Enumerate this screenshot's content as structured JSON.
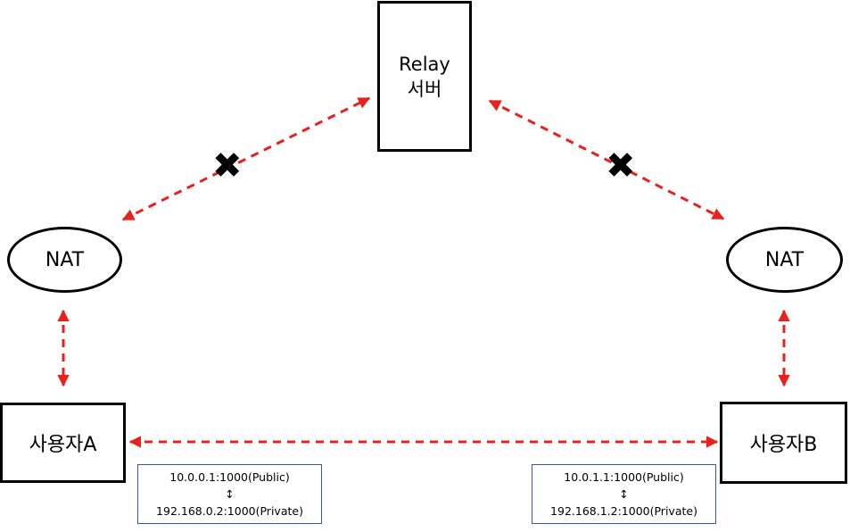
{
  "relay": {
    "line1": "Relay",
    "line2": "서버"
  },
  "nat_left": {
    "label": "NAT"
  },
  "nat_right": {
    "label": "NAT"
  },
  "user_a": {
    "label": "사용자A"
  },
  "user_b": {
    "label": "사용자B"
  },
  "addr_a": {
    "public": "10.0.0.1:1000(Public)",
    "sep": "↕",
    "private": "192.168.0.2:1000(Private)"
  },
  "addr_b": {
    "public": "10.0.1.1:1000(Public)",
    "sep": "↕",
    "private": "192.168.1.2:1000(Private)"
  },
  "blocked_mark": "✖",
  "colors": {
    "arrow": "#e8201e",
    "stroke": "#000000",
    "info_border": "#3a5a9a"
  },
  "connections": [
    {
      "from": "user_a",
      "to": "nat_left",
      "status": "connected"
    },
    {
      "from": "user_b",
      "to": "nat_right",
      "status": "connected"
    },
    {
      "from": "nat_left",
      "to": "relay",
      "status": "blocked"
    },
    {
      "from": "nat_right",
      "to": "relay",
      "status": "blocked"
    },
    {
      "from": "user_a",
      "to": "user_b",
      "status": "connected"
    }
  ]
}
